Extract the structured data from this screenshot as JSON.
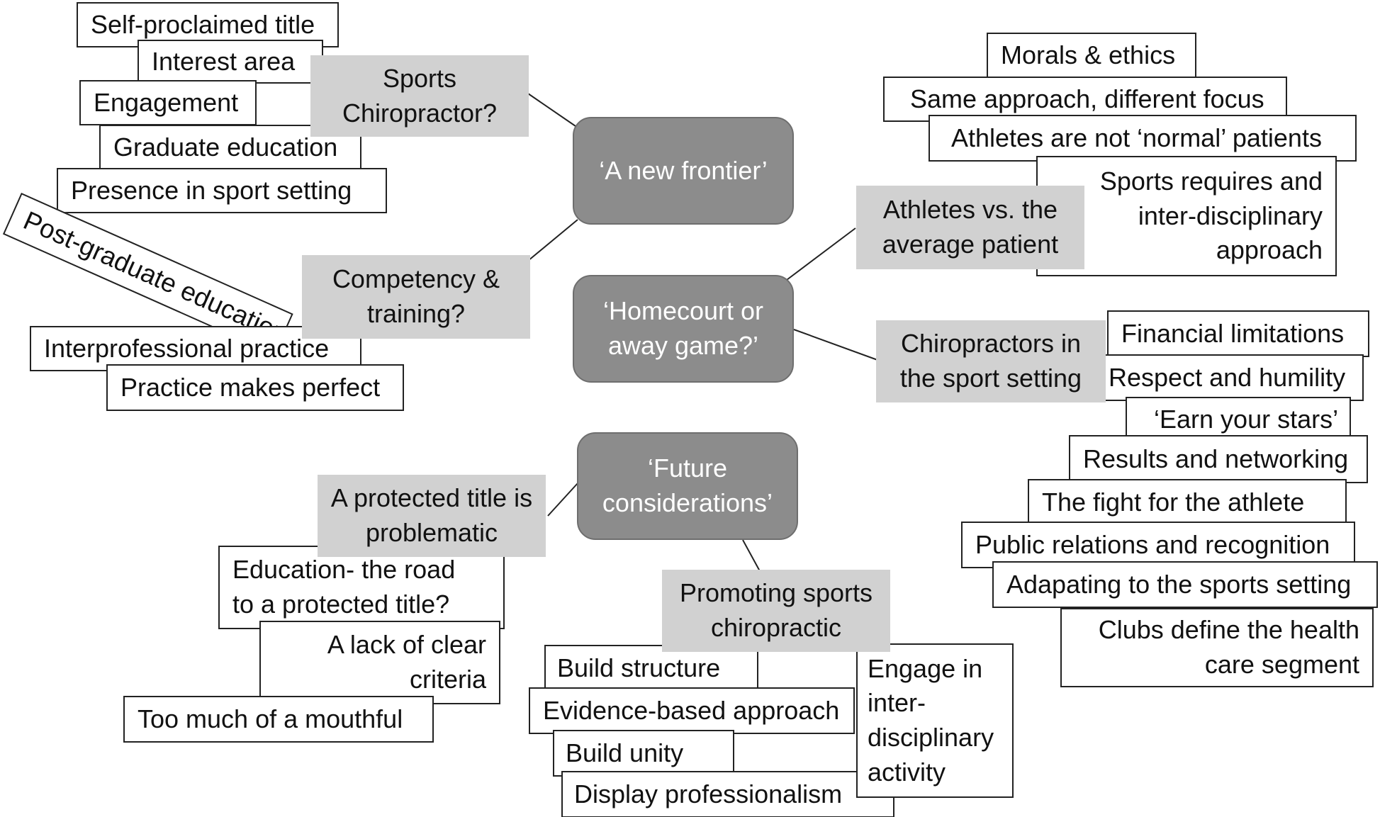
{
  "themes": {
    "new_frontier": "‘A new frontier’",
    "homecourt": "‘Homecourt or away game?’",
    "future": "‘Future considerations’"
  },
  "subthemes": {
    "sports_chiropractor": "Sports Chiropractor?",
    "competency": "Competency & training?",
    "athletes_vs": "Athletes vs. the average patient",
    "chiros_sport": "Chiropractors in the sport setting",
    "protected_title": "A protected title is problematic",
    "promoting": "Promoting sports chiropractic"
  },
  "codes": {
    "self_proclaimed": "Self-proclaimed title",
    "interest_area": "Interest area",
    "engagement": "Engagement",
    "graduate_education": "Graduate education",
    "presence_sport": "Presence in sport setting",
    "post_graduate": "Post-graduate education",
    "interprofessional": "Interprofessional practice",
    "practice_perfect": "Practice makes perfect",
    "morals": "Morals & ethics",
    "same_approach": "Same approach, different focus",
    "athletes_not_normal": "Athletes are not ‘normal’ patients",
    "sports_requires": "Sports requires and inter-disciplinary approach",
    "financial": "Financial limitations",
    "respect": "Respect and humility",
    "earn_stars": "‘Earn your stars’",
    "results_networking": "Results and networking",
    "fight_athlete": "The fight for the athlete",
    "public_relations": "Public relations and recognition",
    "adapting": "Adapating to the sports setting",
    "clubs_define": "Clubs define the health care segment",
    "education_road": "Education- the road to a protected title?",
    "lack_criteria": "A lack of clear criteria",
    "mouthful": "Too much of a mouthful",
    "build_structure": "Build structure",
    "evidence_based": "Evidence-based approach",
    "build_unity": "Build unity",
    "display_prof": "Display professionalism",
    "engage_inter": "Engage in inter-disciplinary activity"
  }
}
